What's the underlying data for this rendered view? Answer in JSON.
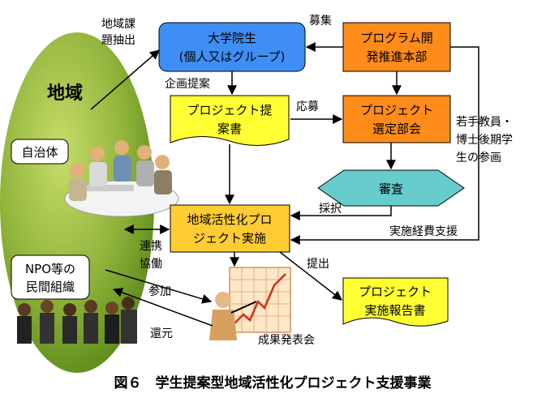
{
  "nodes": {
    "grad_students": [
      "大学院生",
      "(個人又はグループ)"
    ],
    "program_hq": [
      "プログラム開",
      "発推進本部"
    ],
    "proposal_doc": [
      "プロジェクト提",
      "案書"
    ],
    "selection_committee": [
      "プロジェクト",
      "選定部会"
    ],
    "review": "審査",
    "activation_project": [
      "地域活性化プロ",
      "ジェクト実施"
    ],
    "report": [
      "プロジェクト",
      "実施報告書"
    ],
    "local_gov": "自治体",
    "npo": [
      "NPO等の",
      "民間組織"
    ],
    "region": "地域"
  },
  "labels": {
    "issue_extraction": [
      "地域課",
      "題抽出"
    ],
    "recruitment": "募集",
    "planning_proposal": "企画提案",
    "application": "応募",
    "young_faculty": [
      "若手教員・",
      "博士後期学",
      "生の参画"
    ],
    "adoption": "採択",
    "funding_support": "実施経費支援",
    "cooperation": [
      "連携",
      "協働"
    ],
    "submission": "提出",
    "participation": "参加",
    "return": "還元",
    "results_presentation": "成果発表会"
  },
  "caption": "図６　学生提案型地域活性化プロジェクト支援事業",
  "colors": {
    "region_green": "#8fb33a",
    "blue_box": "#3f8ef5",
    "orange_box": "#ff8c1a",
    "yellow_box": "#ffff33",
    "cyan_diamond": "#66cccc",
    "activation_box": "#ffcc33"
  }
}
